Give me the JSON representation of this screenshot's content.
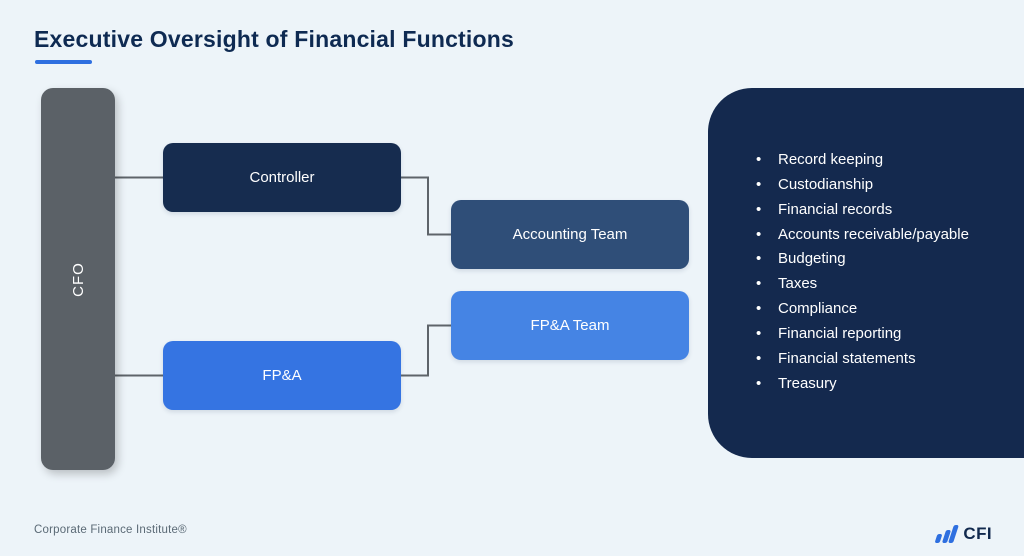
{
  "title": "Executive Oversight of Financial Functions",
  "colors": {
    "background": "#edf4f9",
    "accent_blue": "#2e6fe0",
    "dark_navy": "#162c4f",
    "mid_navy": "#2f4e78",
    "bright_blue": "#4584e4",
    "panel_navy": "#14294e",
    "cfo_gray": "#5b6167"
  },
  "diagram": {
    "cfo_label": "CFO",
    "nodes": {
      "controller": "Controller",
      "accounting_team": "Accounting Team",
      "fpa_team": "FP&A Team",
      "fpa": "FP&A"
    }
  },
  "panel": {
    "items": [
      "Record keeping",
      "Custodianship",
      "Financial records",
      "Accounts receivable/payable",
      "Budgeting",
      "Taxes",
      "Compliance",
      "Financial reporting",
      "Financial statements",
      "Treasury"
    ]
  },
  "footer": {
    "attribution": "Corporate Finance Institute®",
    "logo_text": "CFI"
  }
}
